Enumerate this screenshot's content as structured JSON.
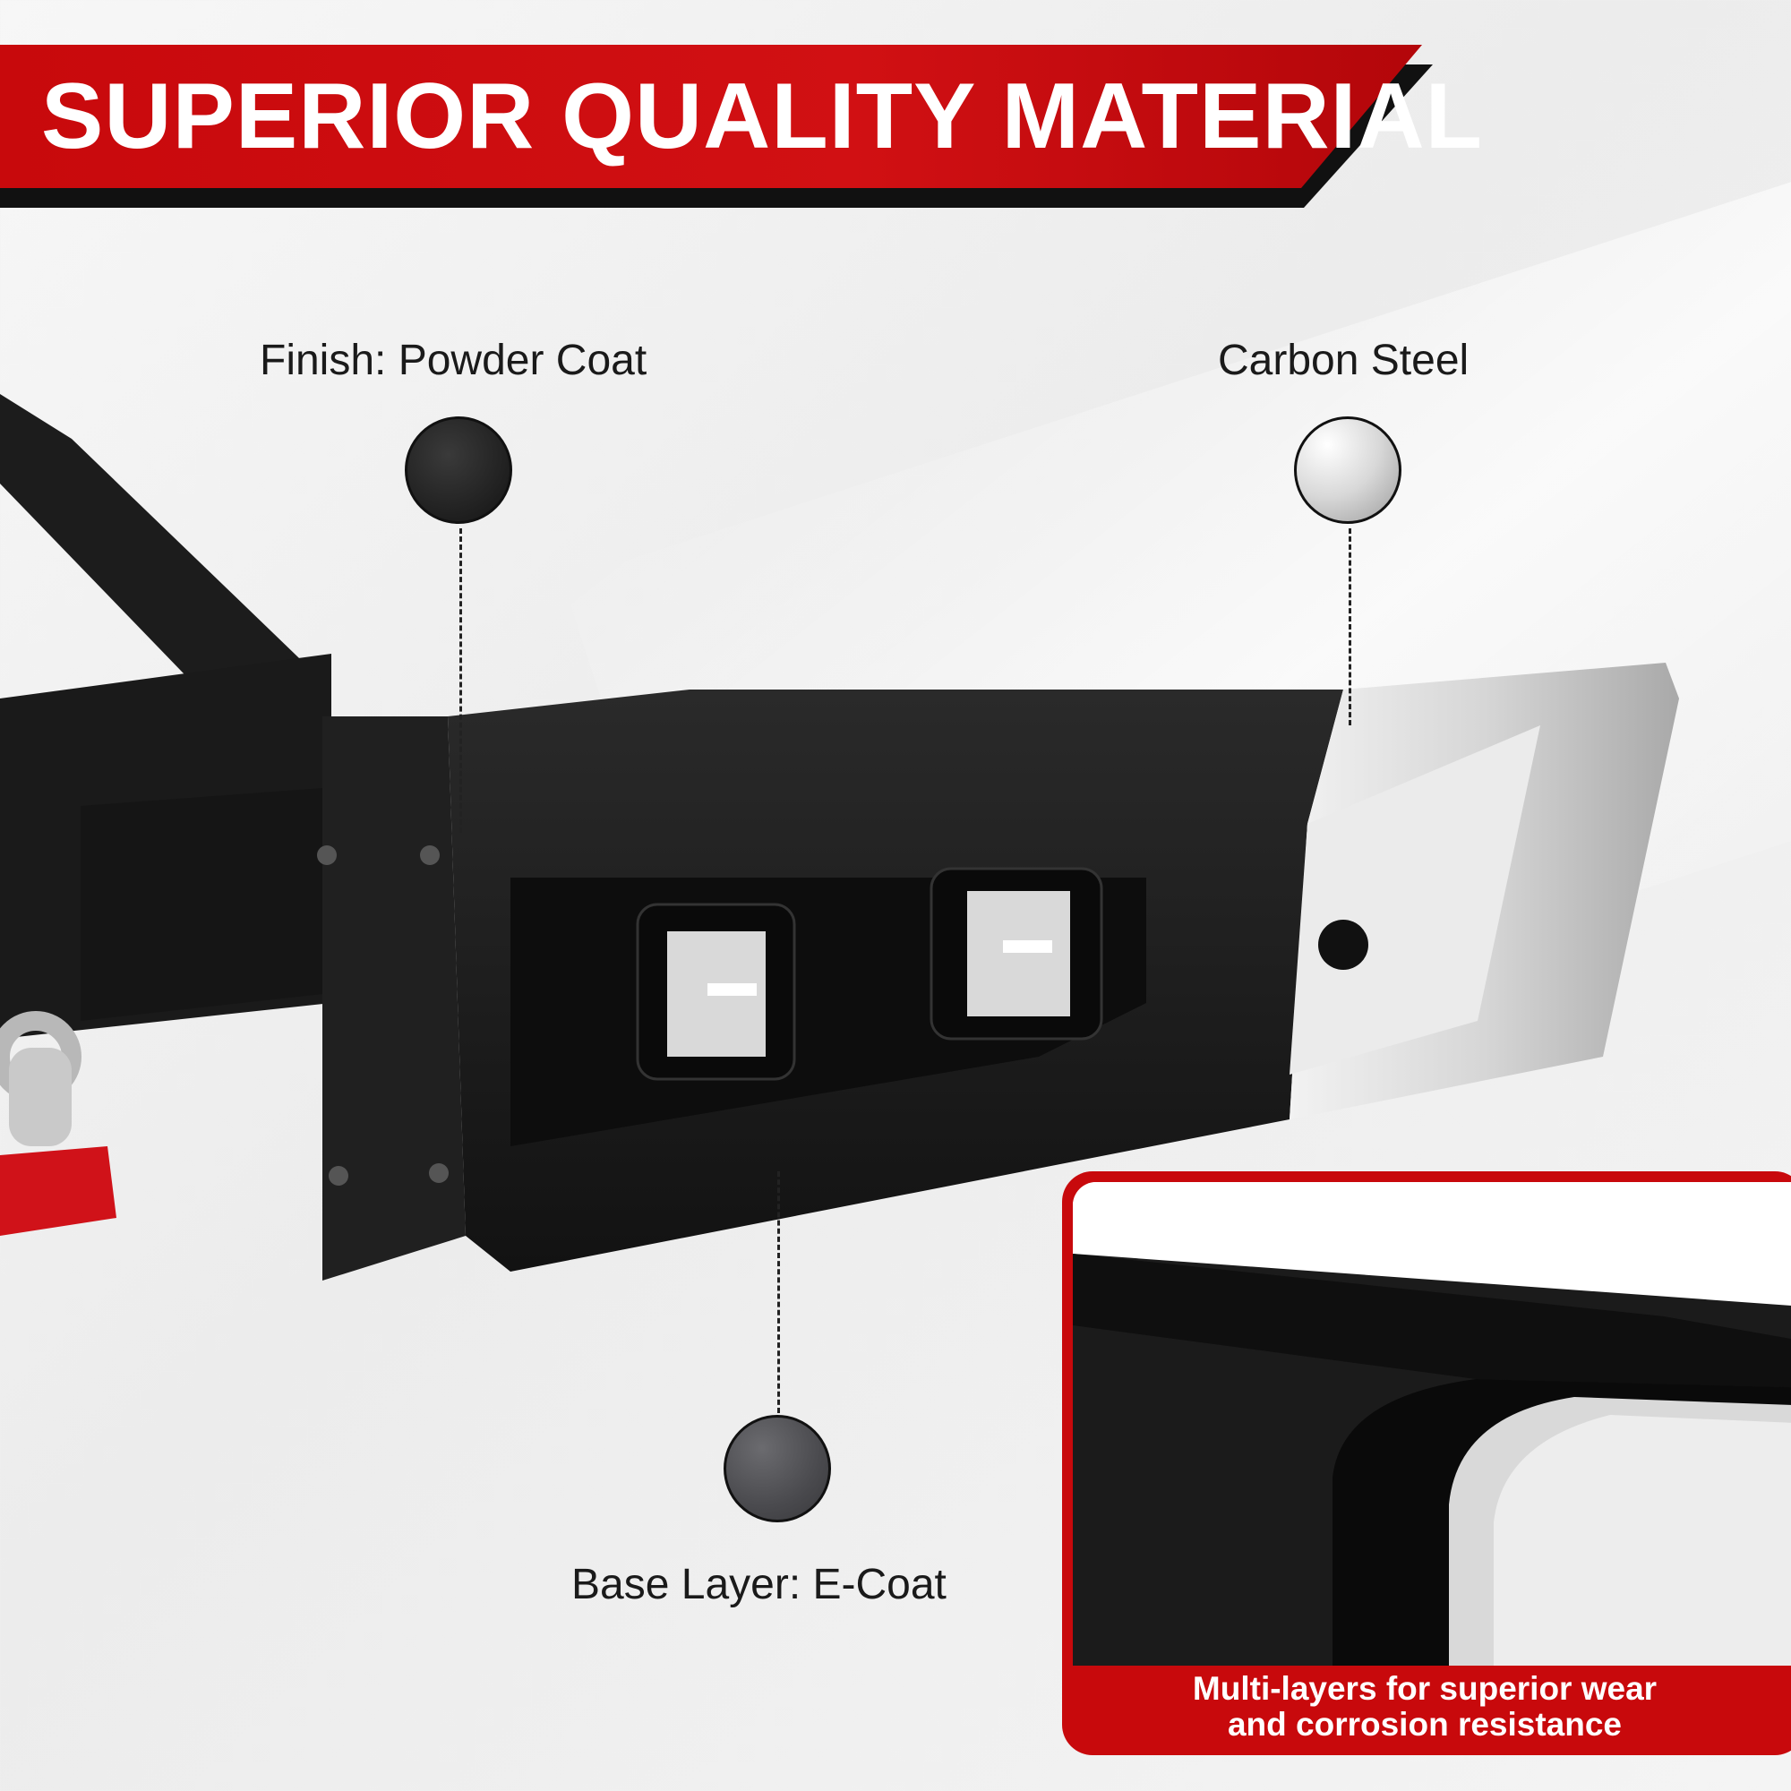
{
  "banner": {
    "title": "SUPERIOR QUALITY MATERIAL"
  },
  "callouts": {
    "finish": {
      "label": "Finish: Powder Coat",
      "swatch_color": "#1f1f1f",
      "icon": "powder-coat-swatch-icon"
    },
    "steel": {
      "label": "Carbon Steel",
      "swatch_color": "#d0d0d0",
      "icon": "carbon-steel-swatch-icon"
    },
    "base": {
      "label": "Base Layer: E-Coat",
      "swatch_color": "#4a4a4e",
      "icon": "e-coat-swatch-icon"
    }
  },
  "inset": {
    "caption_line1": "Multi-layers for superior wear",
    "caption_line2": "and corrosion resistance"
  },
  "colors": {
    "accent": "#c8090c",
    "dark": "#111111"
  }
}
